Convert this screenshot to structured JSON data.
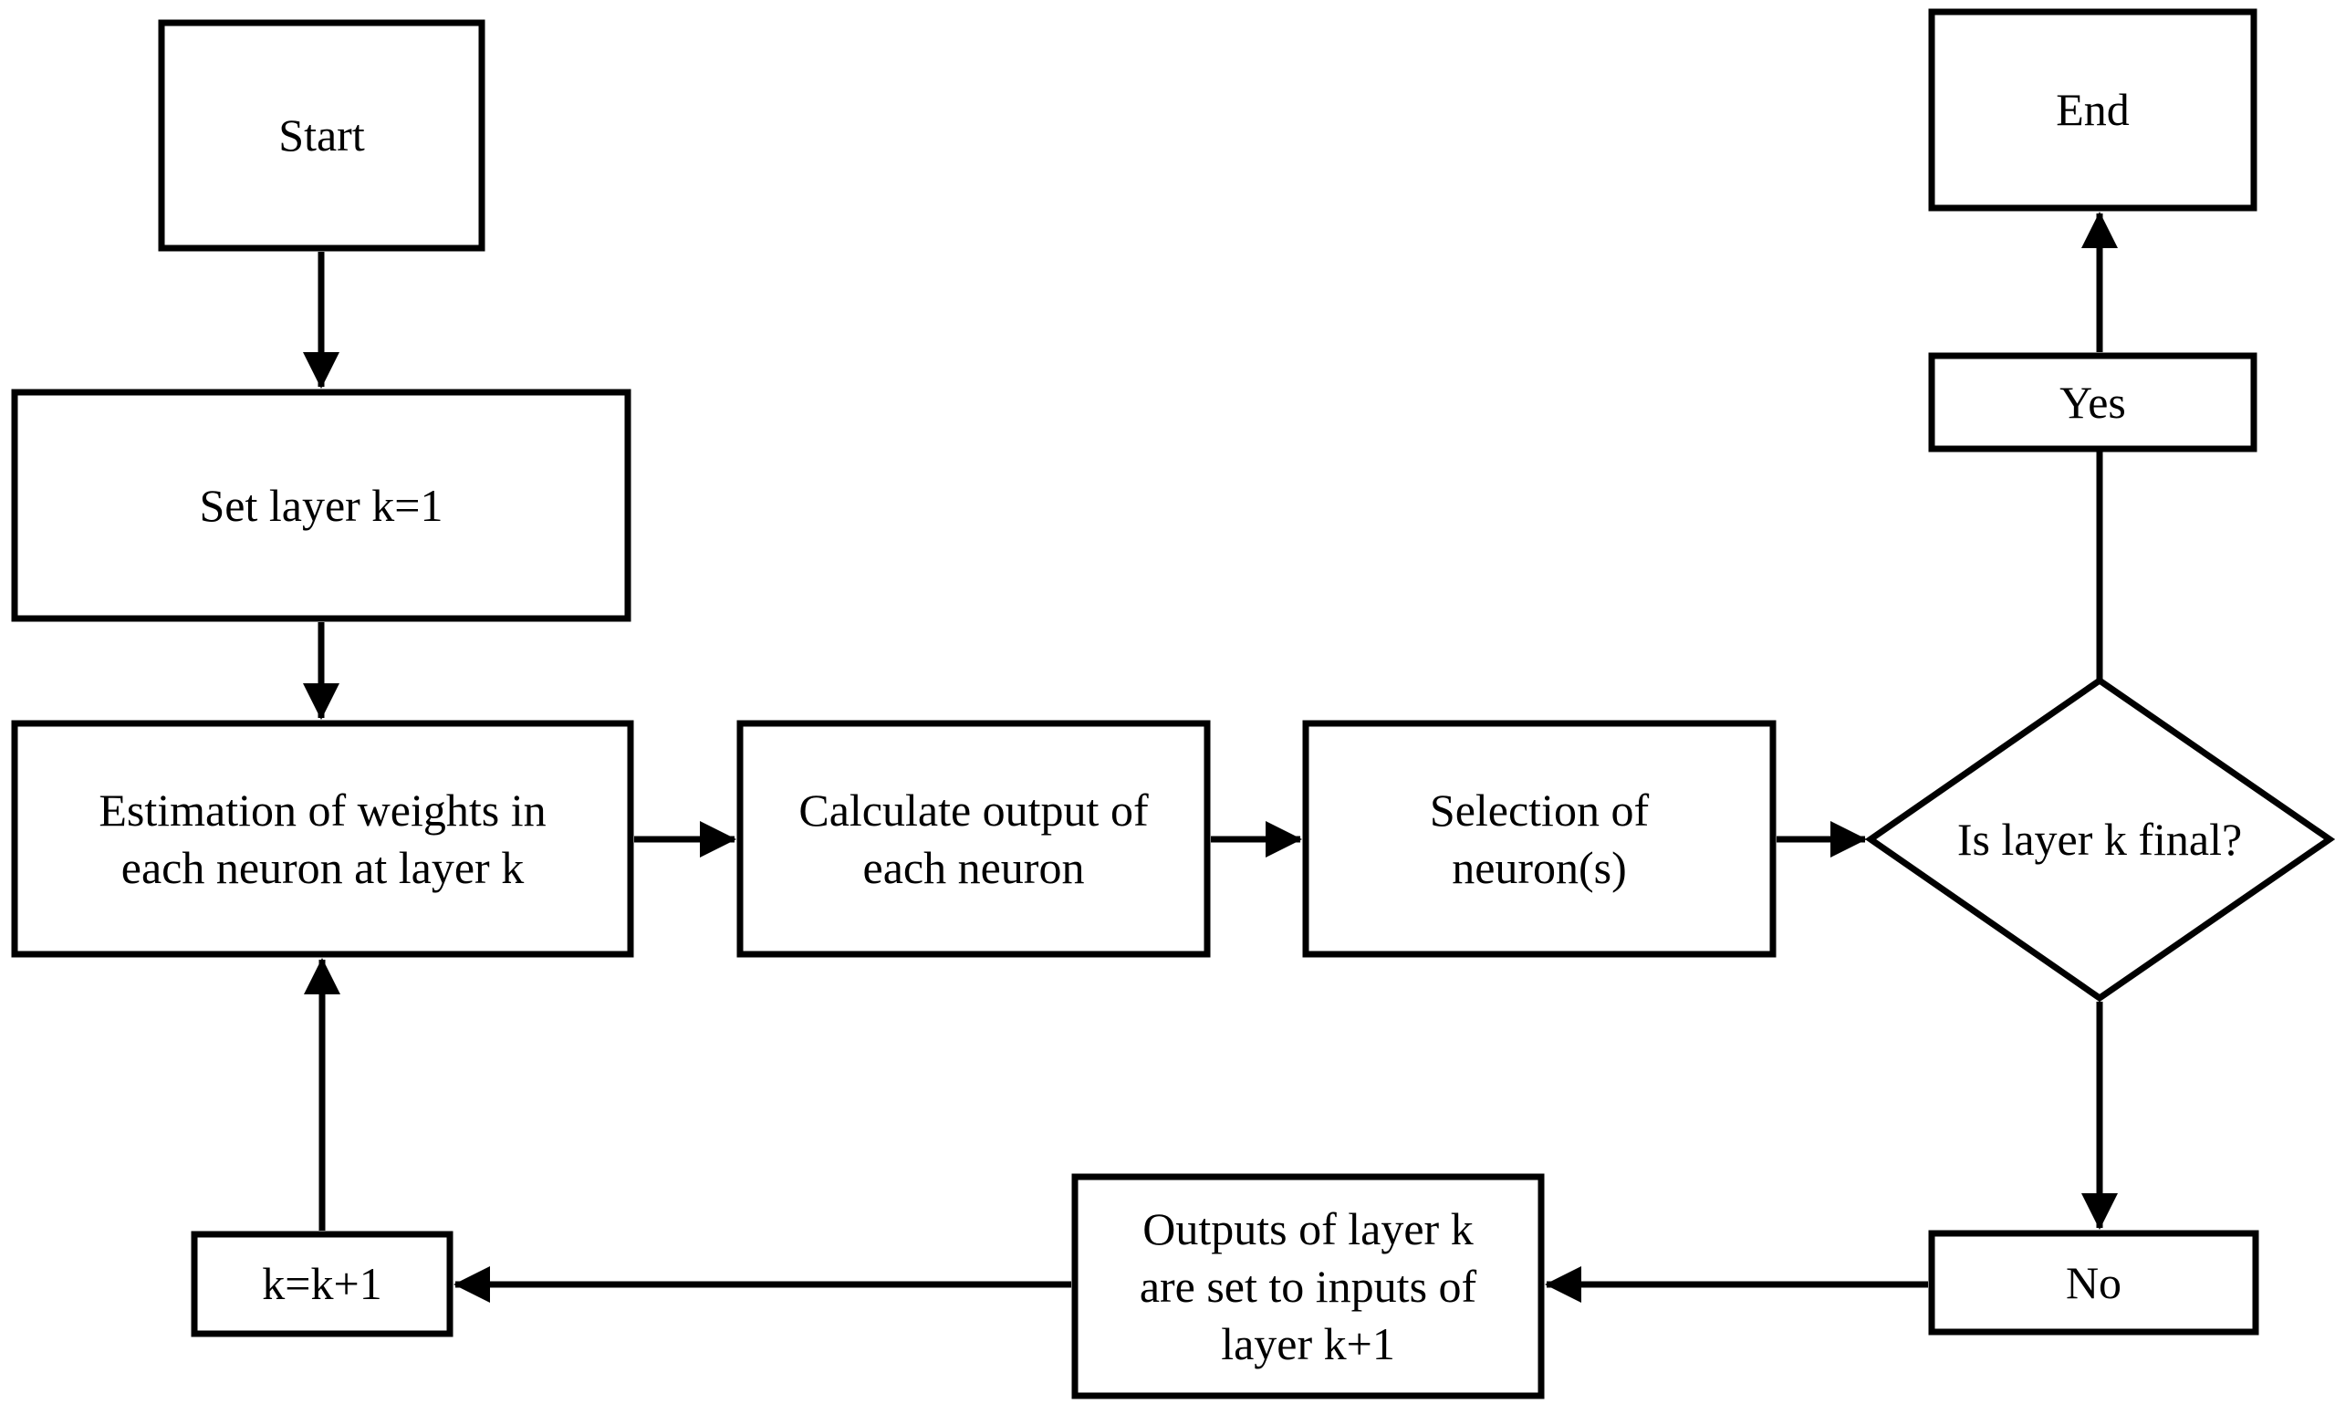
{
  "diagram": {
    "title": "Neural network layer training flowchart",
    "background": "#ffffff",
    "stroke_color": "#000000",
    "nodes": {
      "start": {
        "label": "Start"
      },
      "set_layer": {
        "label": "Set layer k=1"
      },
      "estimation": {
        "label": "Estimation of weights in\neach neuron at layer k"
      },
      "calculate": {
        "label": "Calculate output of\neach neuron"
      },
      "selection": {
        "label": "Selection of\nneuron(s)"
      },
      "decision": {
        "label": "Is layer k final?"
      },
      "yes": {
        "label": "Yes"
      },
      "end": {
        "label": "End"
      },
      "no": {
        "label": "No"
      },
      "outputs": {
        "label": "Outputs of layer k\nare set to inputs of\nlayer k+1"
      },
      "increment": {
        "label": "k=k+1"
      }
    }
  }
}
